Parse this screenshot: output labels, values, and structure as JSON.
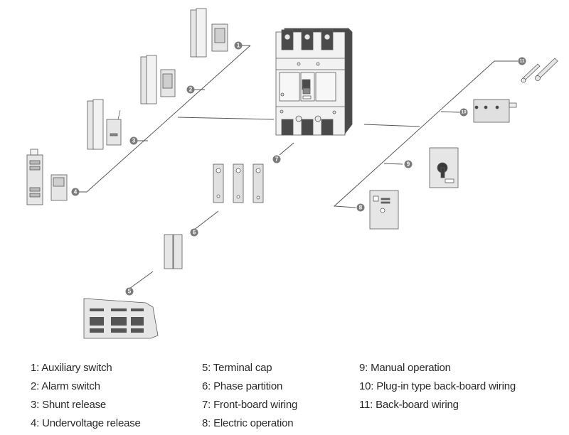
{
  "diagram": {
    "title": "Circuit breaker accessories exploded view",
    "callouts": [
      "1",
      "2",
      "3",
      "4",
      "5",
      "6",
      "7",
      "8",
      "9",
      "10",
      "11"
    ],
    "colors": {
      "line": "#555555",
      "callout_fill": "#7a7a7a",
      "part_fill": "#e6e6e6",
      "part_stroke": "#5a5a5a",
      "dark_body": "#4a4a4a",
      "marking": "LNE"
    }
  },
  "legend": {
    "columns": [
      [
        {
          "number": "1",
          "label": "1: Auxiliary switch"
        },
        {
          "number": "2",
          "label": "2: Alarm switch"
        },
        {
          "number": "3",
          "label": "3: Shunt release"
        },
        {
          "number": "4",
          "label": "4: Undervoltage release"
        }
      ],
      [
        {
          "number": "5",
          "label": "5: Terminal cap"
        },
        {
          "number": "6",
          "label": "6: Phase partition"
        },
        {
          "number": "7",
          "label": "7: Front-board wiring"
        },
        {
          "number": "8",
          "label": "8: Electric operation"
        }
      ],
      [
        {
          "number": "9",
          "label": "9: Manual operation"
        },
        {
          "number": "10",
          "label": "10: Plug-in type back-board wiring"
        },
        {
          "number": "11",
          "label": "11: Back-board wiring"
        }
      ]
    ]
  }
}
